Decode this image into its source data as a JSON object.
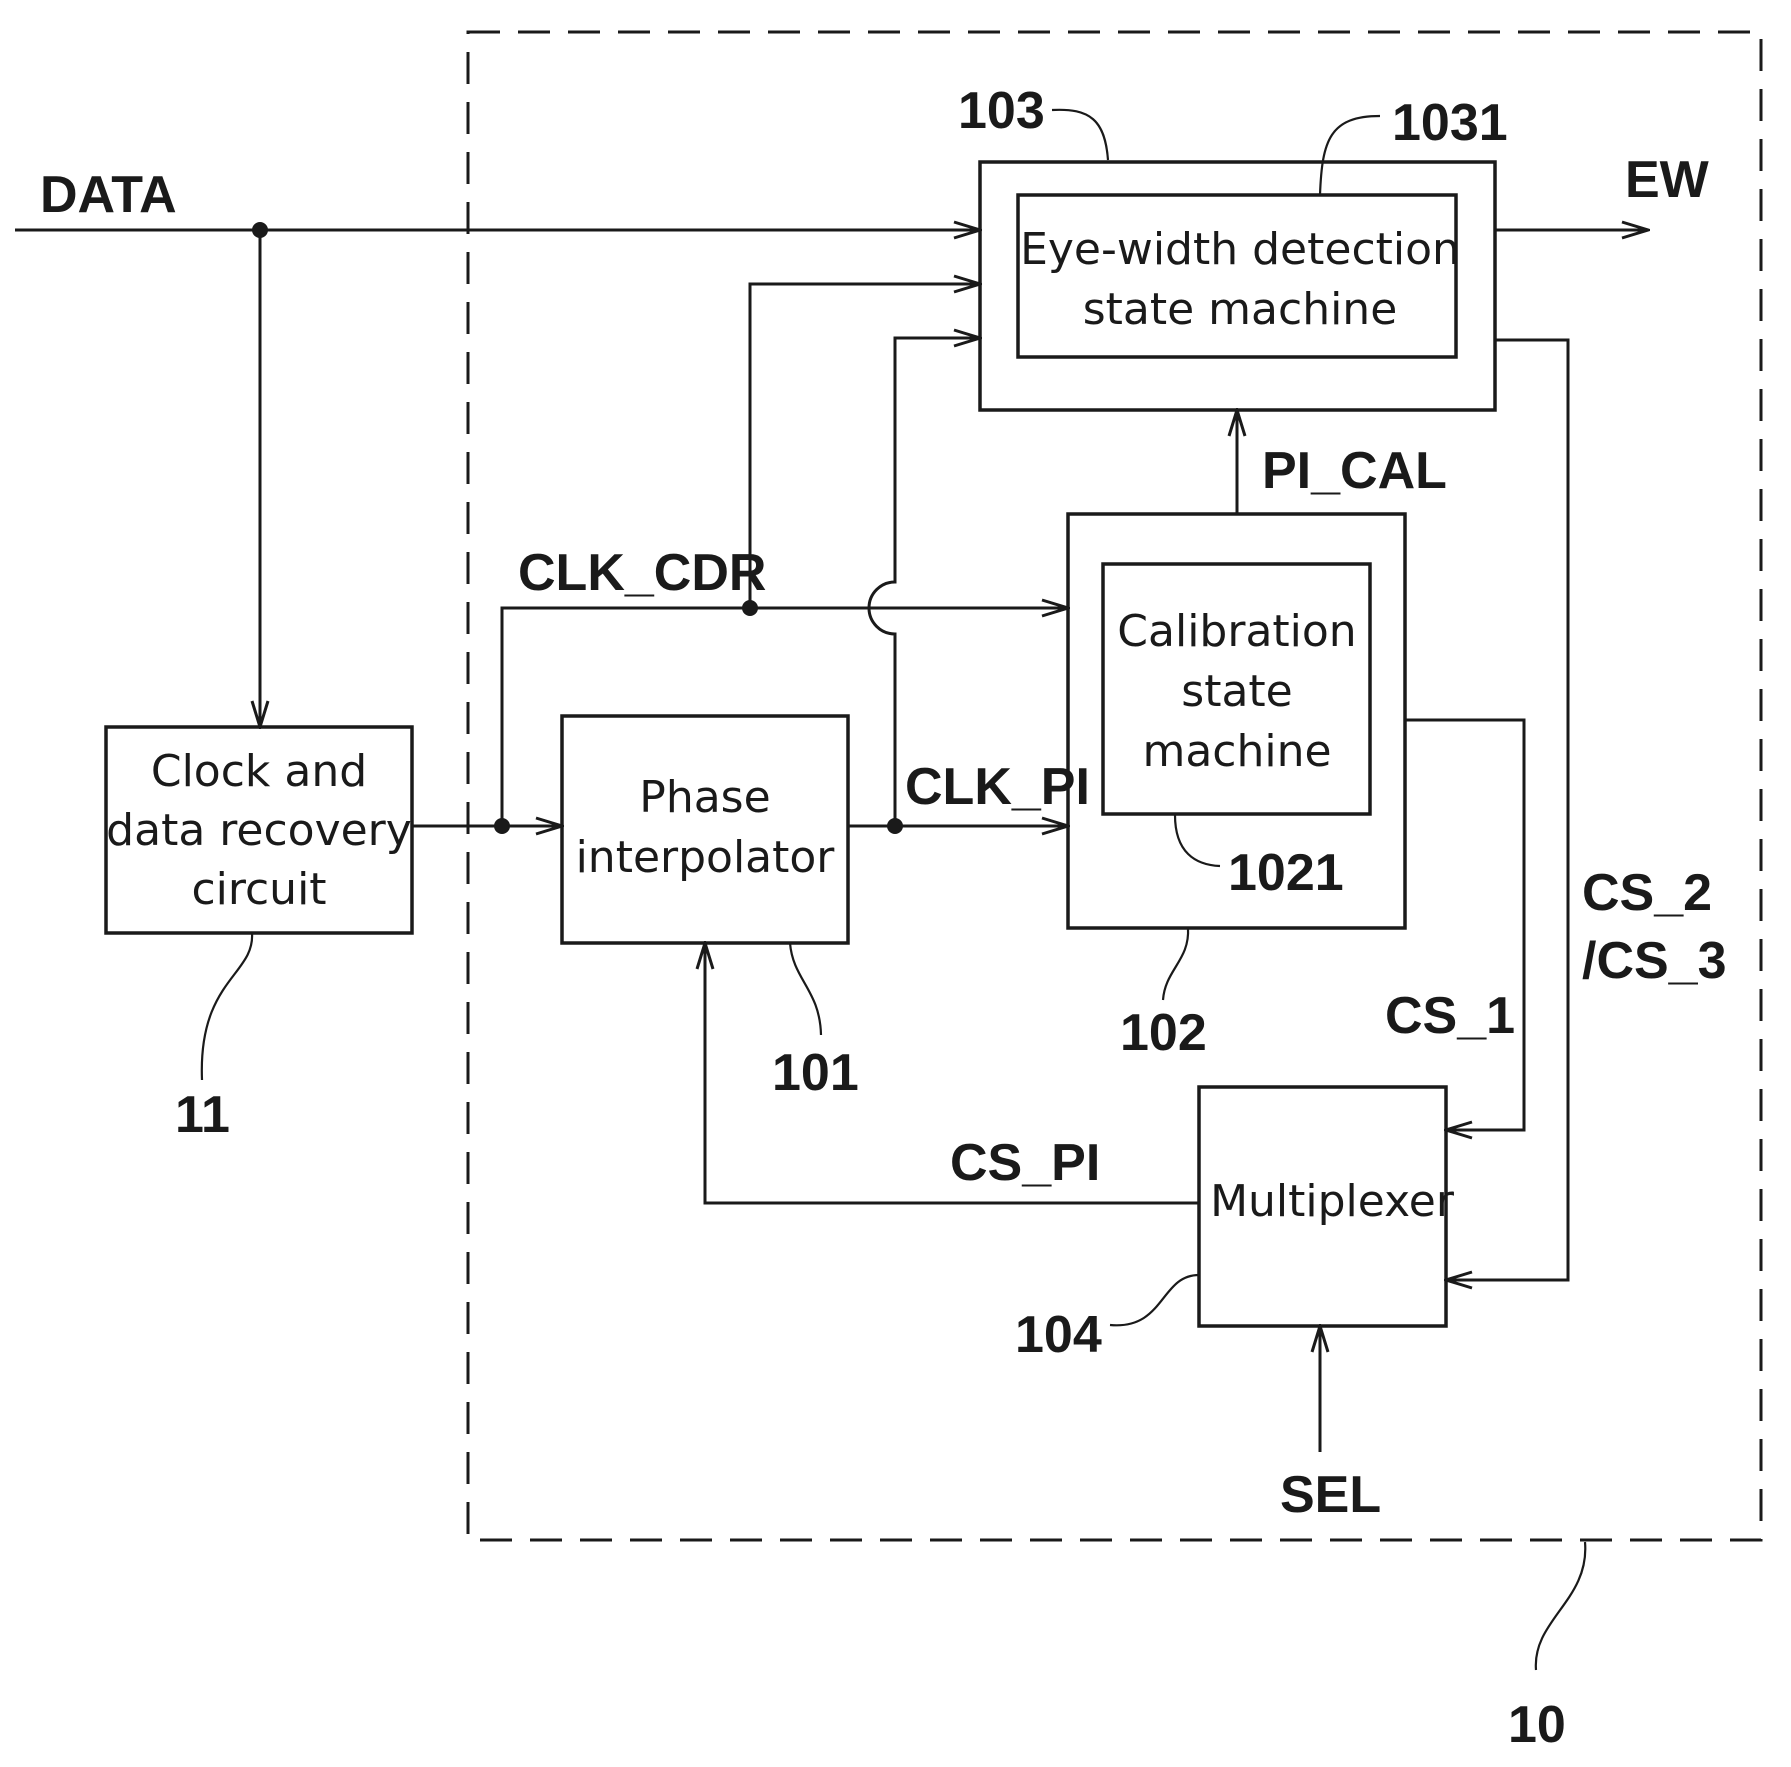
{
  "blocks": {
    "cdr": {
      "lines": [
        "Clock and",
        "data recovery",
        "circuit"
      ],
      "ref": "11"
    },
    "pi": {
      "lines": [
        "Phase",
        "interpolator"
      ],
      "ref": "101"
    },
    "cal_outer": {
      "ref": "102"
    },
    "cal_inner": {
      "lines": [
        "Calibration",
        "state",
        "machine"
      ],
      "ref": "1021"
    },
    "ew_outer": {
      "ref": "103"
    },
    "ew_inner": {
      "lines": [
        "Eye-width detection",
        "state machine"
      ],
      "ref": "1031"
    },
    "mux": {
      "lines": [
        "Multiplexer"
      ],
      "ref": "104"
    },
    "system": {
      "ref": "10"
    }
  },
  "signals": {
    "data": "DATA",
    "ew": "EW",
    "clk_cdr": "CLK_CDR",
    "clk_pi": "CLK_PI",
    "pi_cal": "PI_CAL",
    "cs_1": "CS_1",
    "cs_23_line1": "CS_2",
    "cs_23_line2": "/CS_3",
    "cs_pi": "CS_PI",
    "sel": "SEL"
  }
}
